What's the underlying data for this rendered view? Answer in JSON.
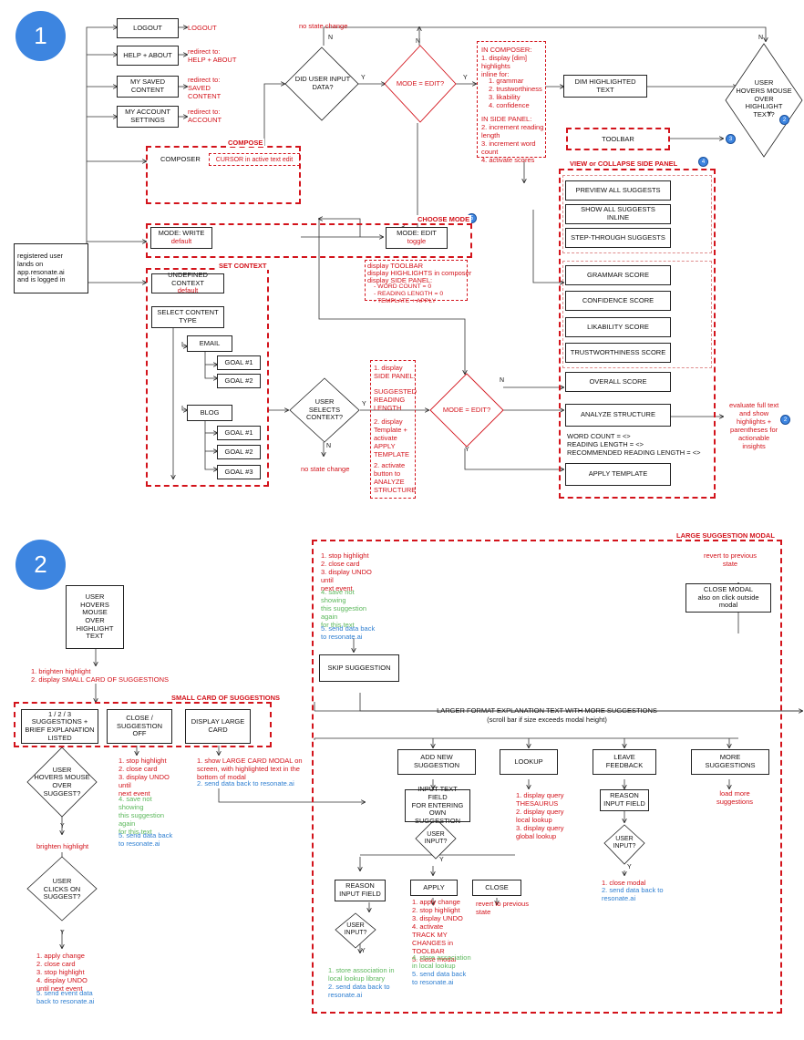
{
  "section1_number": "1",
  "section2_number": "2",
  "badges": {
    "b2": "2",
    "b3": "3",
    "b4": "4",
    "b5": "5"
  },
  "start": "registered user\nlands on\napp.resonate.ai\nand is logged in",
  "menu": {
    "logout": "LOGOUT",
    "logout_note": "LOGOUT",
    "help": "HELP + ABOUT",
    "help_note": "redirect to:\nHELP + ABOUT",
    "saved": "MY SAVED\nCONTENT",
    "saved_note": "redirect to:\nSAVED\nCONTENT",
    "account": "MY ACCOUNT\nSETTINGS",
    "account_note": "redirect to:\nACCOUNT"
  },
  "compose": {
    "title": "COMPOSE",
    "composer": "COMPOSER",
    "cursor": "CURSOR in active text edit"
  },
  "decisions1": {
    "did_input": "DID USER INPUT\nDATA?",
    "mode_edit_top": "MODE = EDIT?",
    "user_hovers_top": "USER\nHOVERS MOUSE\nOVER\nHIGHLIGHT\nTEXT?",
    "selects_context": "USER\nSELECTS\nCONTEXT?",
    "mode_edit_mid": "MODE = EDIT?"
  },
  "edges": {
    "y": "Y",
    "n": "N"
  },
  "no_state_change": "no state change",
  "composer_notes": {
    "in_composer": "IN COMPOSER:",
    "display_dim": "1. display [dim]\nhighlights\ninline for:",
    "items": "1. grammar\n2. trustworthiness\n3. likability\n4. confidence",
    "in_side": "IN SIDE PANEL:",
    "side_items": "2. increment reading\nlength\n3. increment word\ncount\n4. activate scores"
  },
  "dim_highlighted": "DIM HIGHLIGHTED TEXT",
  "toolbar": "TOOLBAR",
  "choose_mode": {
    "title": "CHOOSE MODE",
    "write": "MODE: WRITE",
    "write_sub": "default",
    "edit": "MODE: EDIT",
    "edit_sub": "toggle"
  },
  "edit_mode_notes": {
    "line1": "display TOOLBAR",
    "line2": "display HIGHLIGHTS in composer",
    "line3": "display SIDE PANEL:",
    "items": "- WORD COUNT = 0\n- READING LENGTH = 0\n- TEMPLATE + APPLY"
  },
  "set_context": {
    "title": "SET CONTEXT",
    "undefined": "UNDEFINED CONTEXT",
    "undefined_sub": "default",
    "select_type": "SELECT CONTENT\nTYPE",
    "email": "EMAIL",
    "blog": "BLOG",
    "goal1": "GOAL #1",
    "goal2": "GOAL #2",
    "goal3": "GOAL #3"
  },
  "context_notes": {
    "display_side": "1. display\nSIDE PANEL:",
    "suggested": "SUGGESTED\nREADING\nLENGTH",
    "template": "2. display\nTemplate +\nactivate\nAPPLY\nTEMPLATE",
    "analyze": "2. activate\nbutton to\nANALYZE\nSTRUCTURE"
  },
  "side_panel": {
    "title": "VIEW or COLLAPSE SIDE PANEL",
    "preview": "PREVIEW ALL SUGGESTS",
    "show_inline": "SHOW ALL SUGGESTS INLINE",
    "step": "STEP-THROUGH SUGGESTS",
    "grammar": "GRAMMAR SCORE",
    "confidence": "CONFIDENCE SCORE",
    "likability": "LIKABILITY SCORE",
    "trust": "TRUSTWORTHINESS SCORE",
    "overall": "OVERALL SCORE",
    "analyze": "ANALYZE STRUCTURE",
    "counts": "WORD COUNT = <>\nREADING LENGTH = <>\nRECOMMENDED READING LENGTH = <>",
    "apply": "APPLY TEMPLATE",
    "evaluate": "evaluate full text\nand show\nhighlights +\nparentheses for\nactionable\ninsights"
  },
  "s2": {
    "user_hovers": "USER\nHOVERS MOUSE\nOVER\nHIGHLIGHT\nTEXT",
    "brighten_notes": "1. brighten highlight\n2. display SMALL CARD OF SUGGESTIONS",
    "small_card_title": "SMALL CARD OF SUGGESTIONS",
    "suggestions_listed": "1 / 2 / 3\nSUGGESTIONS +\nBRIEF EXPLANATION\nLISTED",
    "close_off": "CLOSE /\nSUGGESTION\nOFF",
    "display_large": "DISPLAY LARGE\nCARD",
    "close_red": "1. stop highlight\n2. close card\n3. display UNDO\nuntil\nnext event",
    "close_green": "4. save not\nshowing\nthis suggestion\nagain\nfor this text",
    "close_blue": "5. send data back\nto resonate.ai",
    "large_red": "1. show LARGE CARD MODAL on\nscreen, with highlighted text in the\nbottom of modal",
    "large_blue": "2. send data back to resonate.ai",
    "hovers_suggest": "USER\nHOVERS MOUSE\nOVER\nSUGGEST?",
    "brighten": "brighten highlight",
    "clicks_suggest": "USER\nCLICKS ON\nSUGGEST?",
    "click_red": "1. apply change\n2. close card\n3. stop highlight\n4. display UNDO\nuntil next event",
    "click_blue": "5. send event data\nback to resonate.ai"
  },
  "modal": {
    "title": "LARGE SUGGESTION MODAL",
    "skip_red": "1. stop highlight\n2. close card\n3. display UNDO\nuntil\nnext event",
    "skip_green": "4. save not\nshowing\nthis suggestion\nagain\nfor this text",
    "skip_blue": "5. send data back\nto resonate.ai",
    "skip": "SKIP SUGGESTION",
    "revert": "revert to previous\nstate",
    "close_modal": "CLOSE MODAL",
    "close_modal_sub": "also on click outside modal",
    "explain": "LARGER FORMAT EXPLANATION TEXT WITH MORE SUGGESTIONS",
    "explain_sub": "(scroll bar if size exceeds modal height)",
    "add_new": "ADD NEW SUGGESTION",
    "lookup": "LOOKUP",
    "leave_feedback": "LEAVE FEEDBACK",
    "more": "MORE SUGGESTIONS",
    "input_field": "INPUT TEXT FIELD\nFOR ENTERING\nOWN SUGGESTION",
    "lookup_notes": "1. display query\nTHESAURUS\n2. display query\nlocal lookup\n3. display query\nglobal lookup",
    "reason_input": "REASON\nINPUT FIELD",
    "load_more": "load more\nsuggestions",
    "user_input": "USER\nINPUT?",
    "feedback_red": "1. close modal",
    "feedback_blue": "2. send data back to\nresonate.ai",
    "apply": "APPLY",
    "close": "CLOSE",
    "close_revert": "revert to previous\nstate",
    "apply_red": "1. apply change\n2. stop highlight\n3. display UNDO\n4. activate\nTRACK MY\nCHANGES in\nTOOLBAR\n5. close modal",
    "apply_green": "4. store association\nin local lookup",
    "apply_blue": "5. send data back\nto resonate.ai",
    "reason_green": "1. store association in\nlocal lookup library",
    "reason_blue": "2. send data back to\nresonate.ai"
  }
}
